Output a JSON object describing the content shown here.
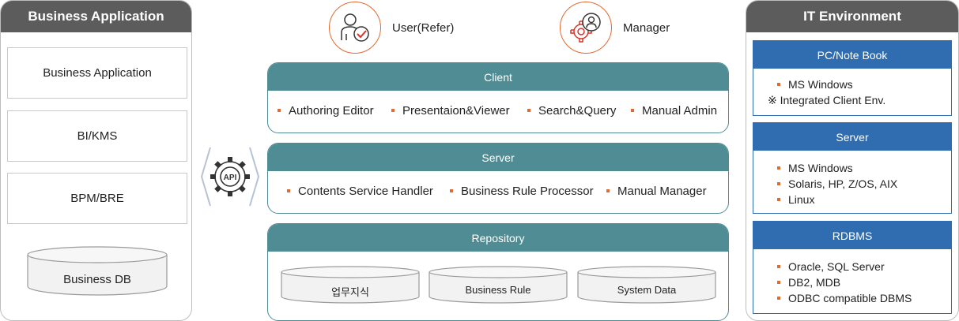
{
  "colors": {
    "left_header": "#5c5c5c",
    "tier_teal": "#4f8c94",
    "it_blue": "#2f6db0",
    "accent_orange": "#e06a2f"
  },
  "business": {
    "title": "Business Application",
    "boxes": [
      "Business Application",
      "BI/KMS",
      "BPM/BRE"
    ],
    "db": "Business DB"
  },
  "api": {
    "label": "API",
    "icon": "api-gear-icon"
  },
  "actors": [
    {
      "label": "User(Refer)",
      "icon": "user-check-icon"
    },
    {
      "label": "Manager",
      "icon": "manager-gear-icon"
    }
  ],
  "client": {
    "title": "Client",
    "items": [
      "Authoring Editor",
      "Presentaion&Viewer",
      "Search&Query",
      "Manual Admin"
    ]
  },
  "server": {
    "title": "Server",
    "items": [
      "Contents Service Handler",
      "Business Rule Processor",
      "Manual Manager"
    ]
  },
  "repository": {
    "title": "Repository",
    "dbs": [
      "업무지식",
      "Business Rule",
      "System Data"
    ]
  },
  "it": {
    "title": "IT Environment",
    "pc": {
      "title": "PC/Note Book",
      "items": [
        "MS Windows"
      ],
      "note": "※ Integrated Client Env."
    },
    "server": {
      "title": "Server",
      "items": [
        "MS Windows",
        "Solaris, HP, Z/OS, AIX",
        "Linux"
      ]
    },
    "rdbms": {
      "title": "RDBMS",
      "items": [
        "Oracle, SQL Server",
        "DB2, MDB",
        "ODBC compatible DBMS"
      ]
    }
  }
}
